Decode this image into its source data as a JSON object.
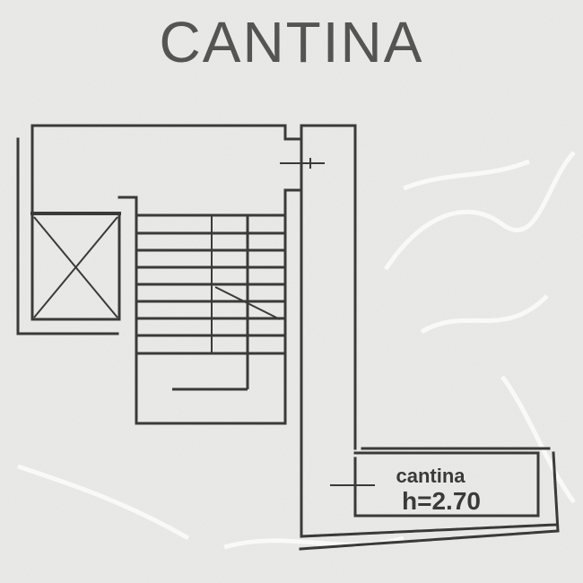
{
  "header": {
    "title": "CANTINA"
  },
  "plan": {
    "room_label": "cantina",
    "room_height_label": "h=2.70"
  }
}
